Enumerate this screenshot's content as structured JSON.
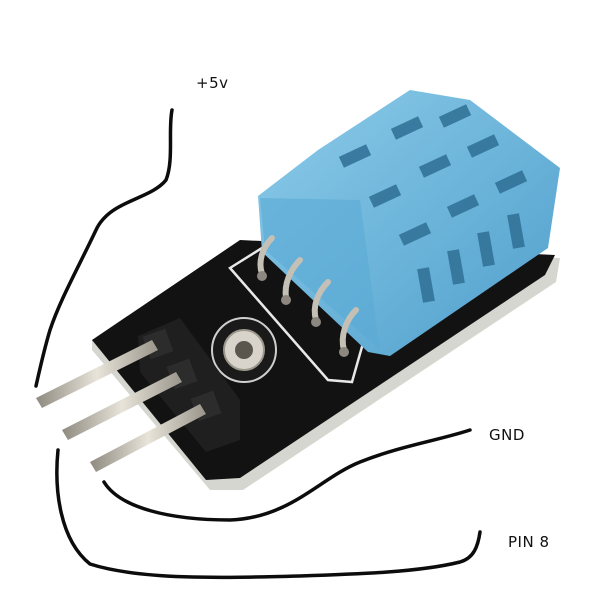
{
  "labels": {
    "vcc": "+5v",
    "gnd": "GND",
    "data": "PIN 8"
  },
  "colors": {
    "sensor_blue": "#6fb7dc",
    "board_black": "#121212",
    "pin_metal": "#c9c4b8",
    "wire_ink": "#0c0c0c"
  },
  "icons": {
    "sensor": "dht11-sensor-icon",
    "mount_hole": "mount-hole-icon"
  }
}
